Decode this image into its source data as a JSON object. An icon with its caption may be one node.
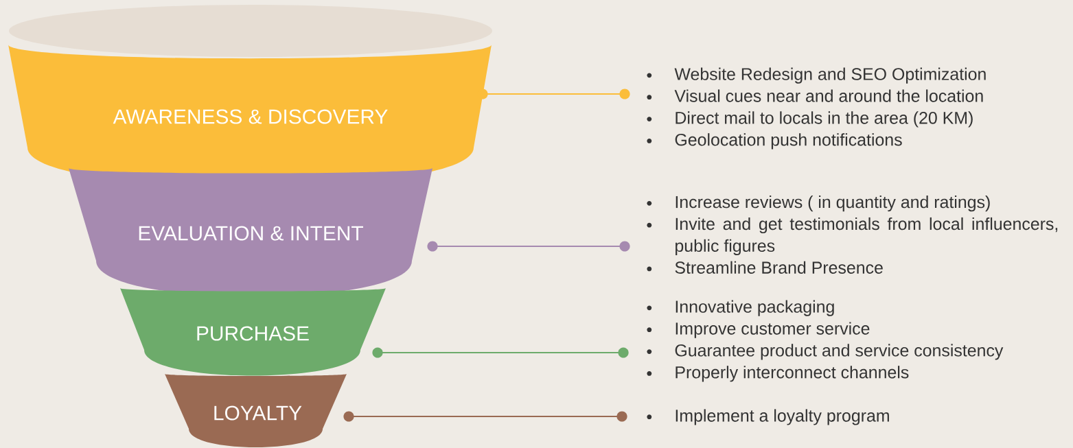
{
  "diagram": {
    "nodes": [
      {
        "text": [
          "AWARENESS & DISCOVERY"
        ]
      },
      {
        "text": [
          "EVALUATION & INTENT"
        ]
      },
      {
        "text": [
          "PURCHASE"
        ]
      },
      {
        "text": [
          "LOYALTY"
        ]
      },
      {
        "text": [
          "Website Redesign and SEO Optimization",
          "Visual cues near and around the location",
          "Direct mail to locals in the area (20 KM)",
          "Geolocation push notifications"
        ]
      },
      {
        "text": [
          "Increase reviews ( in quantity and ratings)",
          "Invite and get testimonials from local influencers, public figures",
          "Streamline Brand Presence"
        ]
      },
      {
        "text": [
          "Innovative packaging",
          "Improve customer service",
          "Guarantee product and service consistency",
          "Properly interconnect channels"
        ]
      },
      {
        "text": [
          "Implement a loyalty program"
        ]
      }
    ],
    "edges": [
      {
        "from": 0,
        "to": 4,
        "arrow": "other",
        "color": "#fbbd3a"
      },
      {
        "from": 1,
        "to": 5,
        "arrow": "other",
        "color": "#a68ab0"
      },
      {
        "from": 2,
        "to": 6,
        "arrow": "other",
        "color": "#6dab6b"
      },
      {
        "from": 3,
        "to": 7,
        "arrow": "other",
        "color": "#9a6a53"
      }
    ]
  }
}
